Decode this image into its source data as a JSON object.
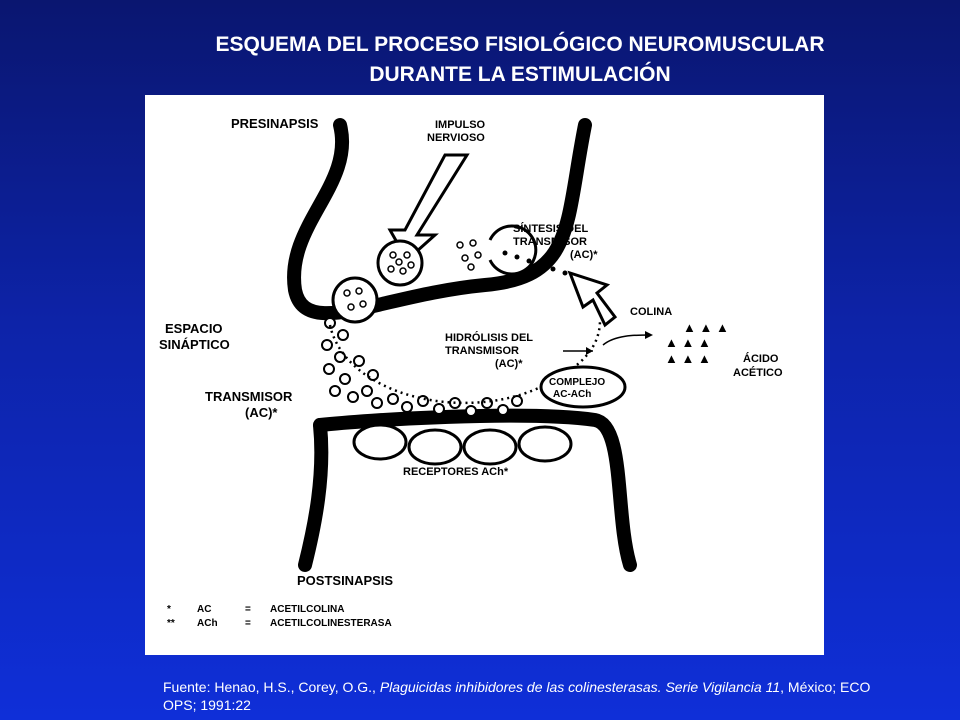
{
  "title": {
    "line1": "ESQUEMA DEL PROCESO FISIOLÓGICO NEUROMUSCULAR",
    "line2": "DURANTE LA ESTIMULACIÓN"
  },
  "diagram": {
    "presinapsis": "PRESINAPSIS",
    "impulso_line1": "IMPULSO",
    "impulso_line2": "NERVIOSO",
    "sintesis_line1": "SÍNTESIS DEL",
    "sintesis_line2": "TRANSMISOR",
    "sintesis_line3": "(AC)*",
    "colina": "COLINA",
    "espacio_line1": "ESPACIO",
    "espacio_line2": "SINÁPTICO",
    "hidrolisis_line1": "HIDRÓLISIS DEL",
    "hidrolisis_line2": "TRANSMISOR",
    "hidrolisis_line3": "(AC)*",
    "acido_line1": "ÁCIDO",
    "acido_line2": "ACÉTICO",
    "transmisor_line1": "TRANSMISOR",
    "transmisor_line2": "(AC)*",
    "complejo_line1": "COMPLEJO",
    "complejo_line2": "AC-ACh",
    "receptores": "RECEPTORES ACh*",
    "postsinapsis": "POSTSINAPSIS",
    "legend": [
      {
        "mark": "*",
        "abbr": "AC",
        "eq": "=",
        "full": "ACETILCOLINA"
      },
      {
        "mark": "**",
        "abbr": "ACh",
        "eq": "=",
        "full": "ACETILCOLINESTERASA"
      }
    ]
  },
  "source": {
    "prefix": "Fuente: Henao, H.S., Corey, O.G., ",
    "italic": "Plaguicidas inhibidores de las colinesterasas. Serie Vigilancia 11",
    "suffix": ", México; ECO OPS; 1991:22"
  }
}
